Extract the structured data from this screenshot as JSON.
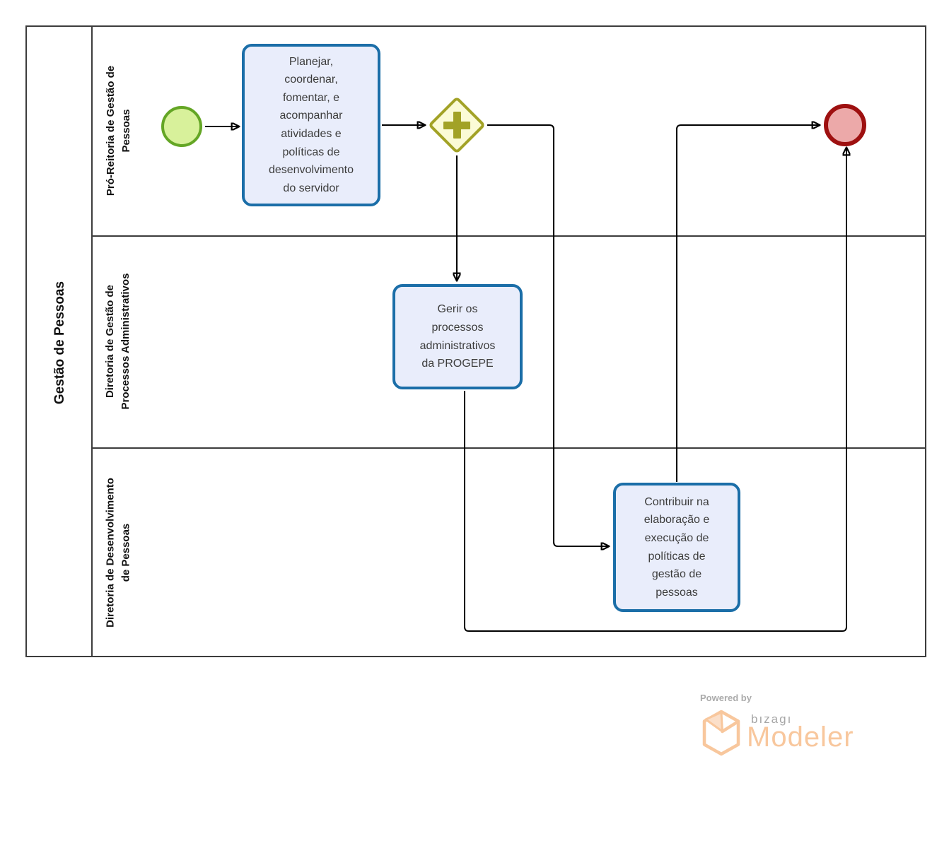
{
  "pool": {
    "title": "Gestão de Pessoas",
    "lanes": [
      {
        "label": "Pró-Reitoria de Gestão de Pessoas"
      },
      {
        "label": "Diretoria de Gestão de Processos Administrativos"
      },
      {
        "label": "Diretoria de Desenvolvimento de Pessoas"
      }
    ]
  },
  "diagram": {
    "type": "bpmn-process",
    "nodes": [
      {
        "id": "start",
        "kind": "start-event",
        "lane": 0,
        "label": ""
      },
      {
        "id": "task-planejar",
        "kind": "task",
        "lane": 0,
        "label": "Planejar, coordenar, fomentar, e acompanhar atividades e políticas de desenvolvimento do servidor"
      },
      {
        "id": "gateway-parallel",
        "kind": "parallel-gateway",
        "lane": 0,
        "label": ""
      },
      {
        "id": "task-gerir",
        "kind": "task",
        "lane": 1,
        "label": "Gerir os processos administrativos da PROGEPE"
      },
      {
        "id": "task-contribuir",
        "kind": "task",
        "lane": 2,
        "label": "Contribuir na elaboração e execução de políticas de gestão de pessoas"
      },
      {
        "id": "end",
        "kind": "end-event",
        "lane": 0,
        "label": ""
      }
    ],
    "flows": [
      {
        "from": "start",
        "to": "task-planejar"
      },
      {
        "from": "task-planejar",
        "to": "gateway-parallel"
      },
      {
        "from": "gateway-parallel",
        "to": "task-gerir"
      },
      {
        "from": "gateway-parallel",
        "to": "task-contribuir"
      },
      {
        "from": "task-gerir",
        "to": "end"
      },
      {
        "from": "task-contribuir",
        "to": "end"
      }
    ]
  },
  "branding": {
    "powered_by": "Powered by",
    "brand": "bızagı",
    "product": "Modeler"
  },
  "colors": {
    "task_fill": "#e9edfb",
    "task_border": "#1b6ea8",
    "gateway_fill": "#fbfbd6",
    "gateway_border": "#a2a226",
    "start_fill": "#d8f19b",
    "start_border": "#64a625",
    "end_fill": "#eca9a9",
    "end_border": "#9e1010",
    "connector": "#000000",
    "pool_border": "#3c3c3c",
    "brand_orange": "#f8c79d",
    "brand_gray": "#a6a6a6"
  }
}
